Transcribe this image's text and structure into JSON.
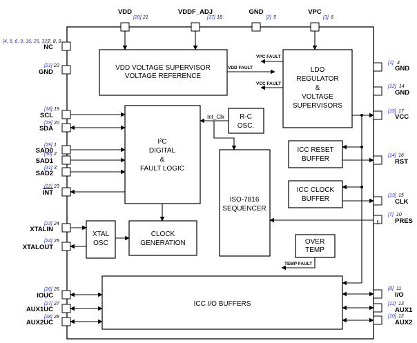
{
  "pins_top": {
    "vdd": {
      "name": "VDD",
      "ref": "[20]",
      "num": "21"
    },
    "vddf": {
      "name": "VDDF_ADJ",
      "ref": "[17]",
      "num": "18"
    },
    "gnd": {
      "name": "GND",
      "ref": "[2]",
      "num": "5"
    },
    "vpc": {
      "name": "VPC",
      "ref": "[3]",
      "num": "6"
    }
  },
  "pins_left": {
    "nc": {
      "name": "NC",
      "ref": "[4, 5, 6, 9, 16, 25, 32]",
      "num": "7, 8, 9"
    },
    "gnd": {
      "name": "GND",
      "ref": "[21]",
      "num": "22"
    },
    "scl": {
      "name": "SCL",
      "ref": "[18]",
      "num": "19"
    },
    "sda": {
      "name": "SDA",
      "ref": "[19]",
      "num": "20"
    },
    "sad0": {
      "name": "SAD0",
      "ref": "[29]",
      "num": "1"
    },
    "sad1": {
      "name": "SAD1",
      "ref": "[30]",
      "num": "2"
    },
    "sad2": {
      "name": "SAD2",
      "ref": "[31]",
      "num": "3"
    },
    "int": {
      "name": "INT",
      "ref": "[22]",
      "num": "23"
    },
    "xtalin": {
      "name": "XTALIN",
      "ref": "[23]",
      "num": "24"
    },
    "xtalout": {
      "name": "XTALOUT",
      "ref": "[24]",
      "num": "25"
    },
    "iouc": {
      "name": "IOUC",
      "ref": "[26]",
      "num": "26"
    },
    "aux1uc": {
      "name": "AUX1UC",
      "ref": "[27]",
      "num": "27"
    },
    "aux2uc": {
      "name": "AUX2UC",
      "ref": "[28]",
      "num": "28"
    }
  },
  "pins_right": {
    "gnd1": {
      "name": "GND",
      "ref": "[1]",
      "num": "4"
    },
    "gnd2": {
      "name": "GND",
      "ref": "[12]",
      "num": "14"
    },
    "vcc": {
      "name": "VCC",
      "ref": "[15]",
      "num": "17"
    },
    "rst": {
      "name": "RST",
      "ref": "[14]",
      "num": "16"
    },
    "clk": {
      "name": "CLK",
      "ref": "[13]",
      "num": "15"
    },
    "pres": {
      "name": "PRES",
      "ref": "[7]",
      "num": "10"
    },
    "io": {
      "name": "I/O",
      "ref": "[8]",
      "num": "11"
    },
    "aux1": {
      "name": "AUX1",
      "ref": "[11]",
      "num": "13"
    },
    "aux2": {
      "name": "AUX2",
      "ref": "[10]",
      "num": "12"
    }
  },
  "blocks": {
    "supervisor": [
      "VDD VOLTAGE SUPERVISOR",
      "VOLTAGE REFERENCE"
    ],
    "ldo": [
      "LDO",
      "REGULATOR",
      "&",
      "VOLTAGE",
      "SUPERVISORS"
    ],
    "rc": [
      "R-C",
      "OSC."
    ],
    "i2c": [
      "I²C",
      "DIGITAL",
      "&",
      "FAULT LOGIC"
    ],
    "seq": [
      "ISO-7816",
      "SEQUENCER"
    ],
    "reset": [
      "ICC RESET",
      "BUFFER"
    ],
    "clockbuf": [
      "ICC CLOCK",
      "BUFFER"
    ],
    "xtal": [
      "XTAL",
      "OSC"
    ],
    "clockgen": [
      "CLOCK",
      "GENERATION"
    ],
    "overtemp": [
      "OVER",
      "TEMP"
    ],
    "iobuf": [
      "ICC I/O BUFFERS"
    ]
  },
  "signals": {
    "vpc_fault": "VPC FAULT",
    "vdd_fault": "VDD FAULT",
    "vcc_fault": "VCC FAULT",
    "int_clk": "Int_Clk",
    "temp_fault": "TEMP FAULT"
  }
}
